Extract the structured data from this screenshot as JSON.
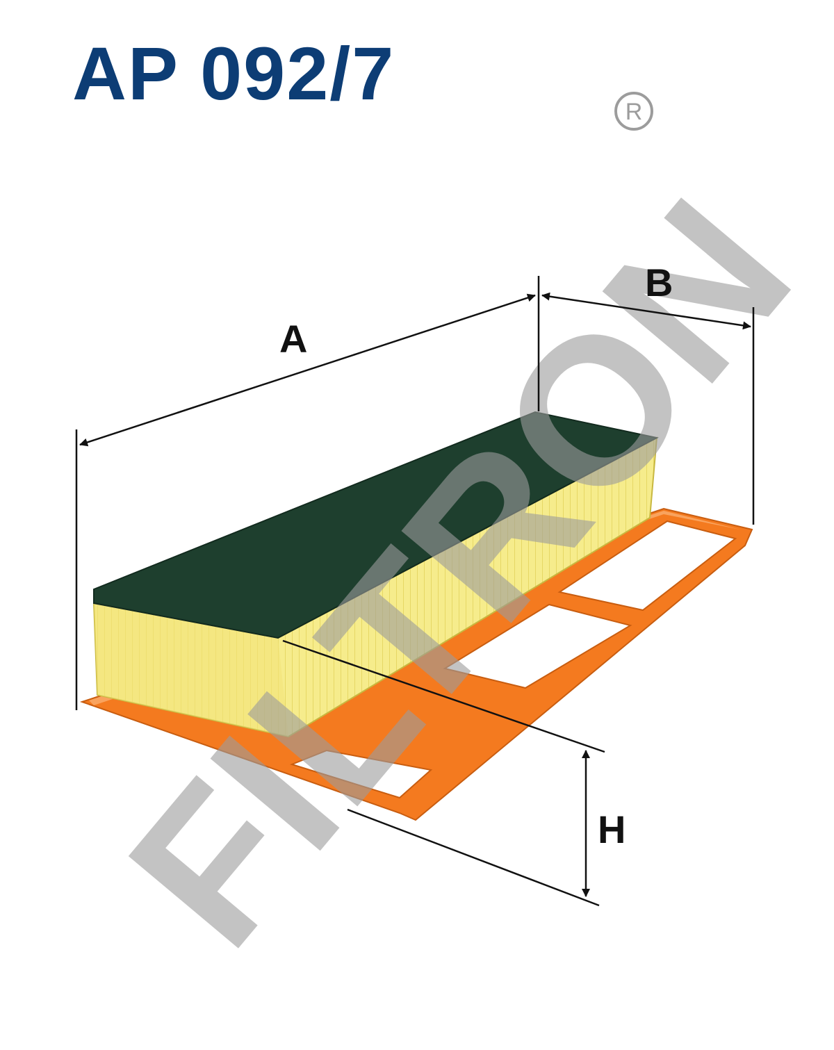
{
  "title": "AP 092/7",
  "watermark": {
    "text": "FILTRON",
    "registered_mark": "R"
  },
  "dimensions": {
    "a_label": "A",
    "b_label": "B",
    "h_label": "H"
  },
  "colors": {
    "title": "#0d3d75",
    "frame": "#f47a1f",
    "media": "#f6ec8c",
    "top_cover": "#1e3f2e",
    "watermark": "#9c9c9c",
    "dimension_lines": "#111111"
  }
}
